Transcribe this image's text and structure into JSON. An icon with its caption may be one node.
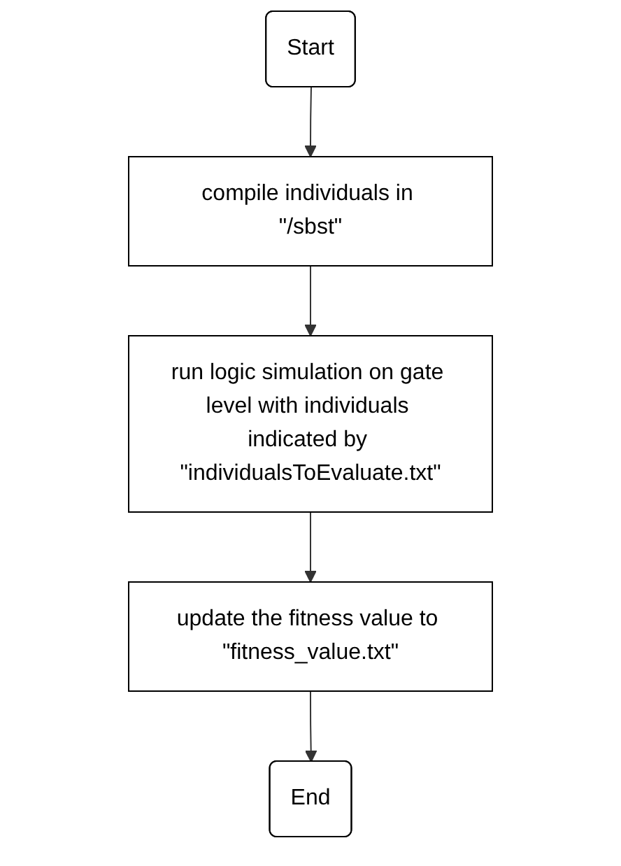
{
  "diagram": {
    "nodes": [
      {
        "text": [
          "Start"
        ]
      },
      {
        "text": [
          "compile individuals in \"/sbst\""
        ]
      },
      {
        "text": [
          "run logic simulation on gate level with individuals indicated by \"individualsToEvaluate.txt\""
        ]
      },
      {
        "text": [
          "update the fitness value to \"fitness_value.txt\""
        ]
      },
      {
        "text": [
          "End"
        ]
      }
    ],
    "edges": [
      {
        "from": 0,
        "to": 1,
        "arrow": "to"
      },
      {
        "from": 1,
        "to": 2,
        "arrow": "to"
      },
      {
        "from": 2,
        "to": 3,
        "arrow": "to"
      },
      {
        "from": 3,
        "to": 4,
        "arrow": "to"
      }
    ]
  }
}
